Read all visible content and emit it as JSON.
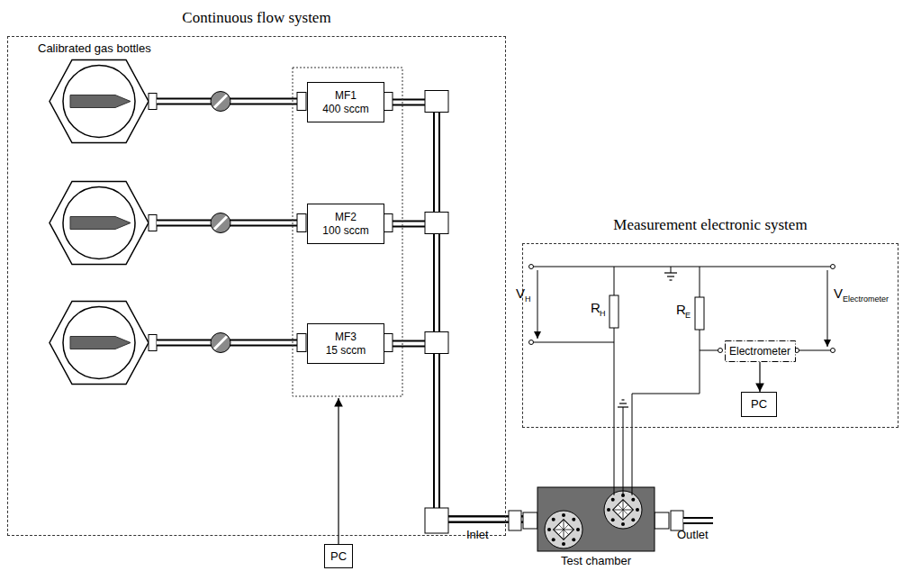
{
  "diagram": {
    "nodes": [
      {
        "text": [
          "Continuous flow system"
        ]
      },
      {
        "text": [
          "MF1",
          "400 sccm"
        ],
        "in": 0
      },
      {
        "text": [
          "MF2",
          "100 sccm"
        ],
        "in": 0
      },
      {
        "text": [
          "MF3",
          "15 sccm"
        ],
        "in": 0
      },
      {
        "text": [
          "PC"
        ]
      },
      {
        "text": [
          "Test chamber"
        ]
      },
      {
        "text": [
          "Measurement electronic system"
        ]
      },
      {
        "text": [
          "Electrometer"
        ],
        "in": 6
      },
      {
        "text": [
          "PC"
        ],
        "in": 6
      }
    ],
    "edges": [
      {
        "from": 1,
        "to": 5,
        "arrow": "none"
      },
      {
        "from": 2,
        "to": 5,
        "arrow": "none"
      },
      {
        "from": 3,
        "to": 5,
        "arrow": "none"
      },
      {
        "from": 7,
        "to": 8,
        "arrow": "to"
      }
    ],
    "labels": [
      "Calibrated gas bottles",
      "Inlet",
      "Outlet",
      "V",
      "H",
      "R",
      "H",
      "R",
      "E",
      "V",
      "Electrometer"
    ]
  }
}
